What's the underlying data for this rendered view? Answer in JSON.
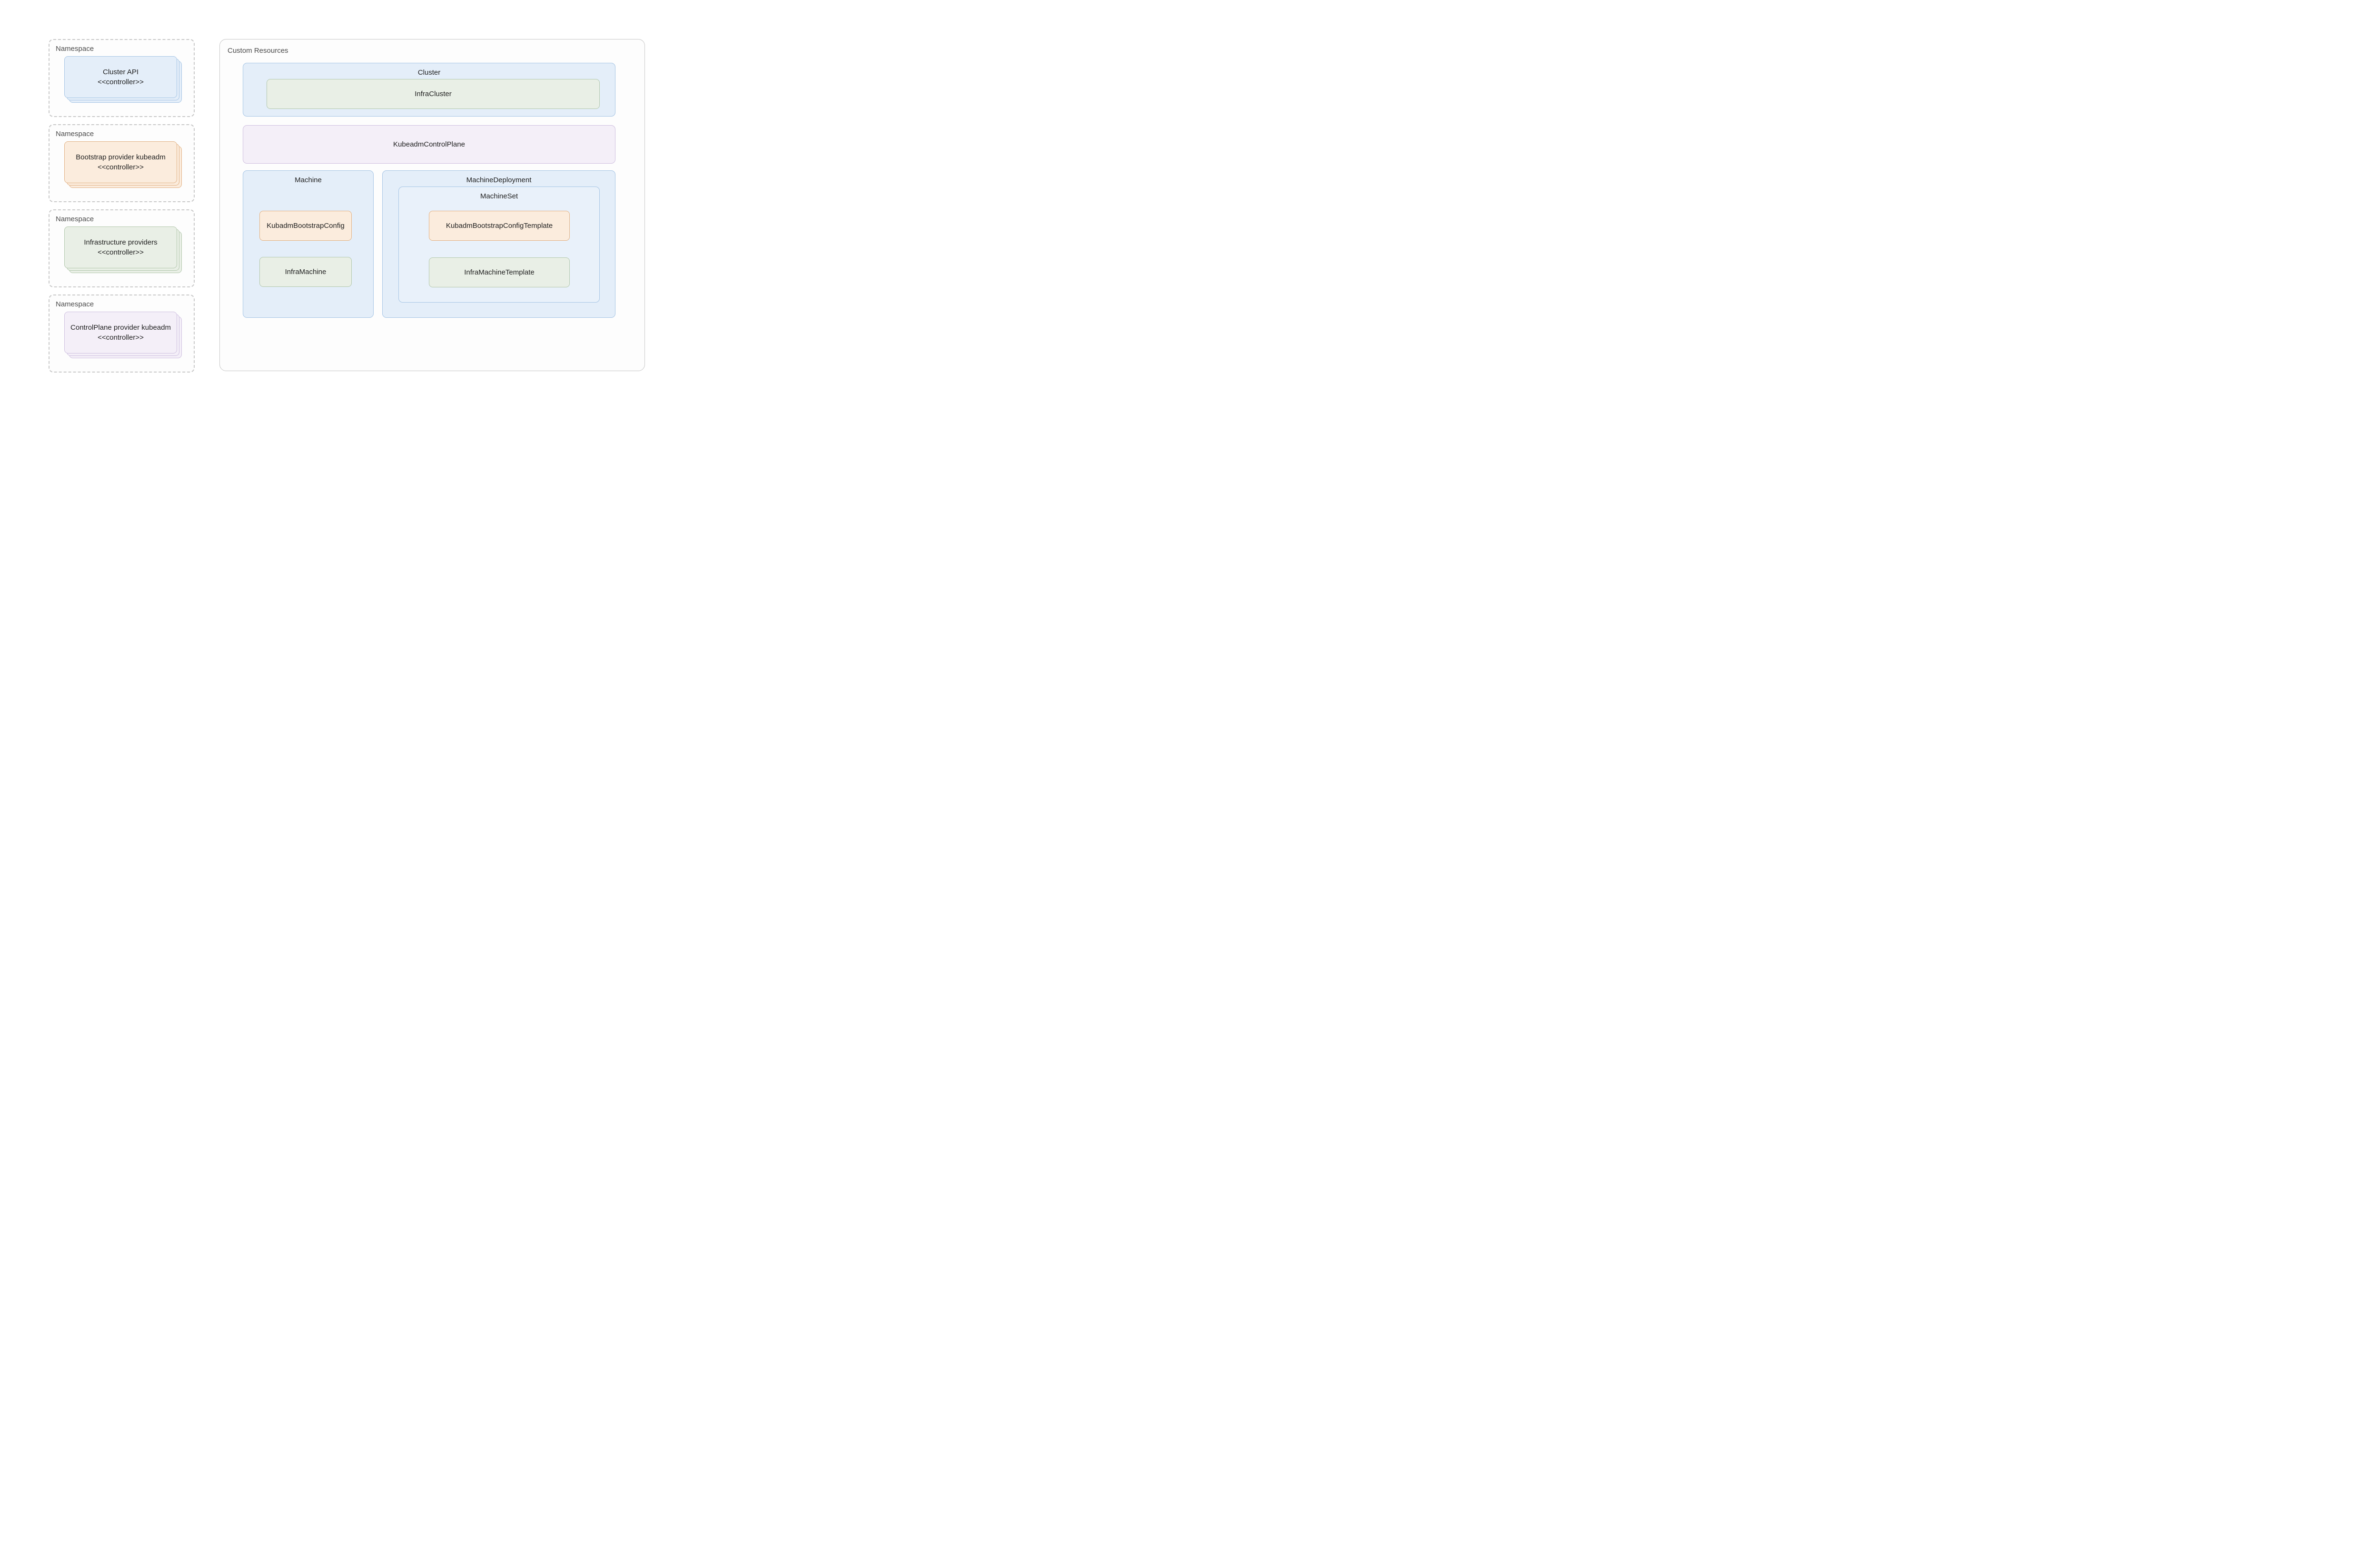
{
  "namespaces": [
    {
      "label": "Namespace",
      "card": {
        "title": "Cluster API",
        "subtitle": "<<controller>>",
        "tone": "blue"
      }
    },
    {
      "label": "Namespace",
      "card": {
        "title": "Bootstrap provider kubeadm",
        "subtitle": "<<controller>>",
        "tone": "orange"
      }
    },
    {
      "label": "Namespace",
      "card": {
        "title": "Infrastructure providers",
        "subtitle": "<<controller>>",
        "tone": "green"
      }
    },
    {
      "label": "Namespace",
      "card": {
        "title": "ControlPlane provider kubeadm",
        "subtitle": "<<controller>>",
        "tone": "purple"
      }
    }
  ],
  "custom_resources": {
    "label": "Custom Resources",
    "cluster": {
      "label": "Cluster",
      "infra": "InfraCluster"
    },
    "control_plane": "KubeadmControlPlane",
    "machine": {
      "label": "Machine",
      "bootstrap_config": "KubadmBootstrapConfig",
      "infra_machine": "InfraMachine"
    },
    "machine_deployment": {
      "label": "MachineDeployment",
      "machine_set": {
        "label": "MachineSet",
        "bootstrap_config_template": "KubadmBootstrapConfigTemplate",
        "infra_machine_template": "InfraMachineTemplate"
      }
    }
  },
  "colors": {
    "blue": {
      "fill": "#e4eef9",
      "border": "#a6c5e5"
    },
    "green": {
      "fill": "#e9efe6",
      "border": "#b3c8ad"
    },
    "orange": {
      "fill": "#fbecdd",
      "border": "#e2b285"
    },
    "purple": {
      "fill": "#f4eff8",
      "border": "#cfc0e0"
    },
    "panel_border": "#c7c7c7",
    "dashed_border": "#c9c9c9",
    "label_text": "#4a4a4a",
    "card_text": "#1f1f1f",
    "background": "#ffffff"
  }
}
